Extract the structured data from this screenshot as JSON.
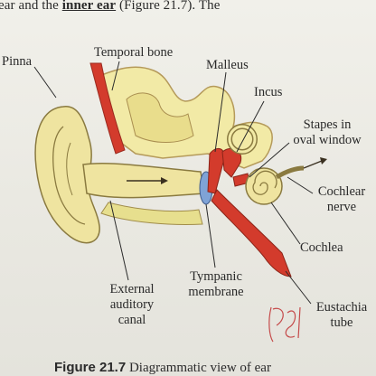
{
  "text": {
    "line_prefix": "ear and the ",
    "line_bold": "inner ear",
    "line_suffix": " (Figure 21.7). The"
  },
  "labels": {
    "pinna": "Pinna",
    "temporal_bone": "Temporal bone",
    "malleus": "Malleus",
    "incus": "Incus",
    "stapes_1": "Stapes in",
    "stapes_2": "oval window",
    "cochlear_nerve_1": "Cochlear",
    "cochlear_nerve_2": "nerve",
    "cochlea": "Cochlea",
    "eustachian_1": "Eustachia",
    "eustachian_2": "tube",
    "tympanic_1": "Tympanic",
    "tympanic_2": "membrane",
    "ear_canal_1": "External",
    "ear_canal_2": "auditory",
    "ear_canal_3": "canal"
  },
  "caption": {
    "figure": "Figure 21.7",
    "text": " Diagrammatic view of ear"
  },
  "colors": {
    "bone": "#f2eaa6",
    "tissue": "#e7df8e",
    "canal": "#efe4a0",
    "red": "#d33b2c",
    "blue_membrane": "#7fa3d6",
    "annotation": "#c54a4a"
  }
}
